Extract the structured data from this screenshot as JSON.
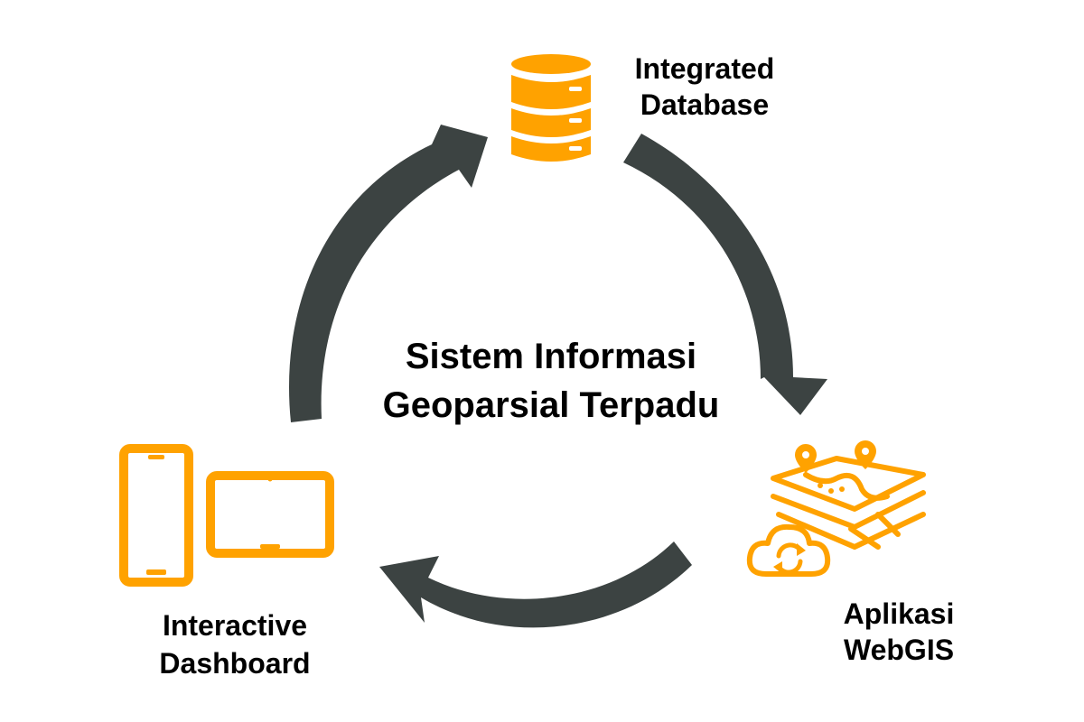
{
  "diagram": {
    "title_line1": "Sistem Informasi",
    "title_line2": "Geoparsial Terpadu",
    "nodes": {
      "database": {
        "line1": "Integrated",
        "line2": "Database",
        "icon": "database-icon"
      },
      "webgis": {
        "line1": "Aplikasi",
        "line2": "WebGIS",
        "icon": "layered-map-cloud-icon"
      },
      "dashboard": {
        "line1": "Interactive",
        "line2": "Dashboard",
        "icon": "phone-tablet-icon"
      }
    },
    "flow": [
      "database",
      "webgis",
      "dashboard",
      "database"
    ],
    "colors": {
      "icon": "#FFA200",
      "arrow": "#3C4342",
      "text": "#000000",
      "background": "#FFFFFF"
    }
  }
}
